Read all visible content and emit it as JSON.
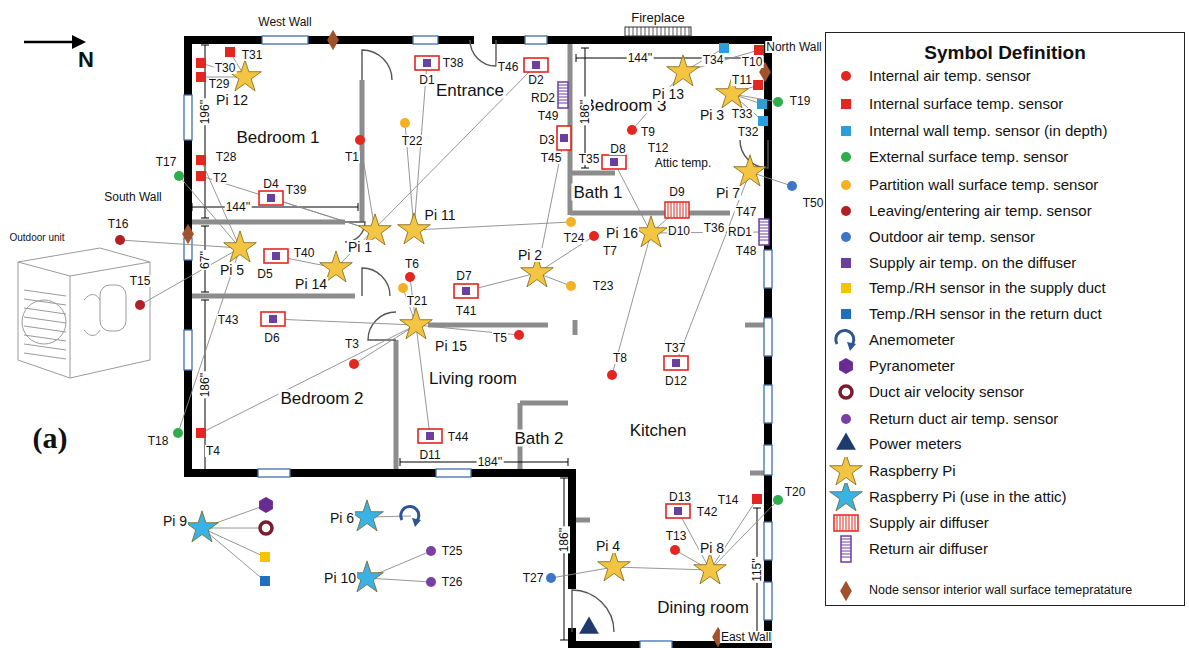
{
  "diagram": {
    "nodes": [
      {
        "text": [
          "Bedroom 1"
        ]
      },
      {
        "text": [
          "Entrance"
        ]
      },
      {
        "text": [
          "Bedroom 3"
        ]
      },
      {
        "text": [
          "Bath 1"
        ]
      },
      {
        "text": [
          "Living room"
        ]
      },
      {
        "text": [
          "Bedroom 2"
        ]
      },
      {
        "text": [
          "Bath 2"
        ]
      },
      {
        "text": [
          "Kitchen"
        ]
      },
      {
        "text": [
          "Dining room"
        ]
      }
    ],
    "labels": [
      "N",
      "West Wall",
      "Fireplace",
      "North Wall",
      "South Wall",
      "East Wall",
      "Outdoor unit",
      "(a)",
      "Attic temp.",
      "196''",
      "144''",
      "67''",
      "186''",
      "184''",
      "144''",
      "186''",
      "186''",
      "115''",
      "Pi 12",
      "Pi 13",
      "Pi 3",
      "Pi 7",
      "Pi 1",
      "Pi 11",
      "Pi 5",
      "Pi 14",
      "Pi 16",
      "Pi 2",
      "Pi 15",
      "Pi 4",
      "Pi 8",
      "Pi 9",
      "Pi 6",
      "Pi 10",
      "T31",
      "T30",
      "T29",
      "T28",
      "T2",
      "T17",
      "T16",
      "T15",
      "T18",
      "T4",
      "T1",
      "T22",
      "D1",
      "T38",
      "T46",
      "D2",
      "RD2",
      "T49",
      "D3",
      "T45",
      "T35",
      "D8",
      "T9",
      "T12",
      "T34",
      "T10",
      "T11",
      "T33",
      "T19",
      "T32",
      "T50",
      "D9",
      "T47",
      "D10",
      "T36",
      "RD1",
      "T48",
      "T24",
      "T7",
      "T23",
      "D4",
      "T39",
      "T40",
      "D5",
      "T6",
      "T21",
      "D7",
      "T41",
      "T5",
      "T43",
      "D6",
      "T3",
      "T8",
      "T37",
      "D12",
      "T44",
      "D11",
      "T14",
      "T20",
      "D13",
      "T42",
      "T13",
      "T27",
      "T25",
      "T26",
      "Symbol Definition"
    ],
    "legend": [
      {
        "text": "Internal air temp. sensor",
        "color": "#e3261f"
      },
      {
        "text": "Internal surface temp. sensor",
        "color": "#e3261f"
      },
      {
        "text": "Internal wall temp. sensor (in depth)",
        "color": "#2a9fdc"
      },
      {
        "text": "External surface temp. sensor",
        "color": "#2eae4b"
      },
      {
        "text": "Partition wall surface temp. sensor",
        "color": "#f4b223"
      },
      {
        "text": "Leaving/entering air temp. sensor",
        "color": "#b21f24"
      },
      {
        "text": "Outdoor air temp. sensor",
        "color": "#3d76c9"
      },
      {
        "text": "Supply air temp. on the diffuser",
        "color": "#6b3fa0"
      },
      {
        "text": "Temp./RH sensor in the supply duct",
        "color": "#f5c400"
      },
      {
        "text": "Temp./RH sensor in the return duct",
        "color": "#1f6fbf"
      },
      {
        "text": "Anemometer"
      },
      {
        "text": "Pyranometer",
        "color": "#6a2c91"
      },
      {
        "text": "Duct air velocity sensor"
      },
      {
        "text": "Return duct air temp. sensor",
        "color": "#7a3fa5"
      },
      {
        "text": "Power meters",
        "color": "#1f3a6e"
      },
      {
        "text": "Raspberry Pi",
        "color": "#f4c542"
      },
      {
        "text": "Raspberry Pi (use in the attic)",
        "color": "#3ab2e6"
      },
      {
        "text": "Supply air diffuser"
      },
      {
        "text": "Return air diffuser"
      },
      {
        "text": "Node sensor interior wall surface temepratature",
        "color": "#a0522d"
      }
    ]
  }
}
